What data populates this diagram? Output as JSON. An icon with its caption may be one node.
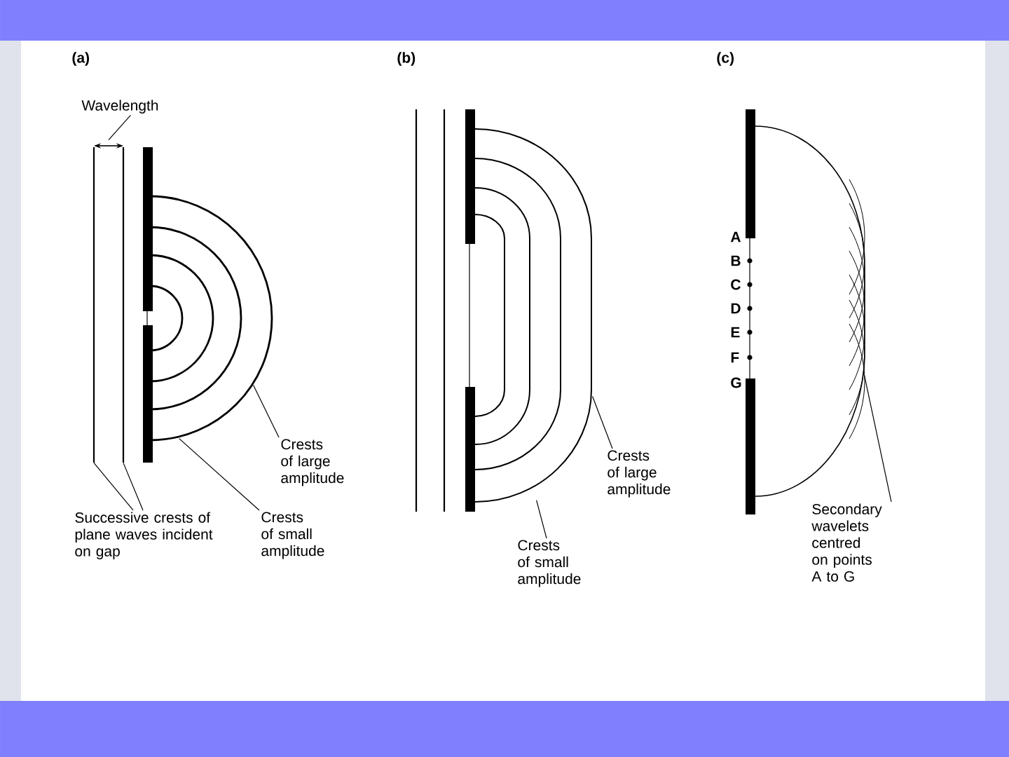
{
  "diagram": {
    "nodes": [
      {
        "text": [
          "Wavelength"
        ]
      },
      {
        "text": [
          "Successive crests of plane waves incident on gap"
        ]
      },
      {
        "text": [
          "Crests of small amplitude"
        ]
      },
      {
        "text": [
          "Crests of large amplitude"
        ]
      },
      {
        "text": [
          "Crests of large amplitude"
        ]
      },
      {
        "text": [
          "Crests of small amplitude"
        ]
      },
      {
        "text": [
          "Secondary wavelets centred on points A to G"
        ]
      },
      {
        "text": [],
        "shape": "arrow"
      },
      {
        "text": [],
        "shape": "line"
      },
      {
        "text": [],
        "shape": "line"
      },
      {
        "text": [],
        "shape": "arc"
      },
      {
        "text": [],
        "shape": "arc"
      },
      {
        "text": [],
        "shape": "arc"
      }
    ],
    "edges": [
      {
        "from": 0,
        "to": 7,
        "arrow": "none"
      },
      {
        "from": 1,
        "to": 8,
        "arrow": "none"
      },
      {
        "from": 1,
        "to": 9,
        "arrow": "none"
      },
      {
        "from": 2,
        "to": 10,
        "arrow": "none"
      },
      {
        "from": 3,
        "to": 10,
        "arrow": "none"
      },
      {
        "from": 4,
        "to": 11,
        "arrow": "none"
      },
      {
        "from": 5,
        "to": 11,
        "arrow": "none"
      },
      {
        "from": 6,
        "to": 12,
        "arrow": "none"
      }
    ],
    "labels": [
      "(a)",
      "(b)",
      "(c)",
      "A",
      "B",
      "C",
      "D",
      "E",
      "F",
      "G"
    ]
  }
}
